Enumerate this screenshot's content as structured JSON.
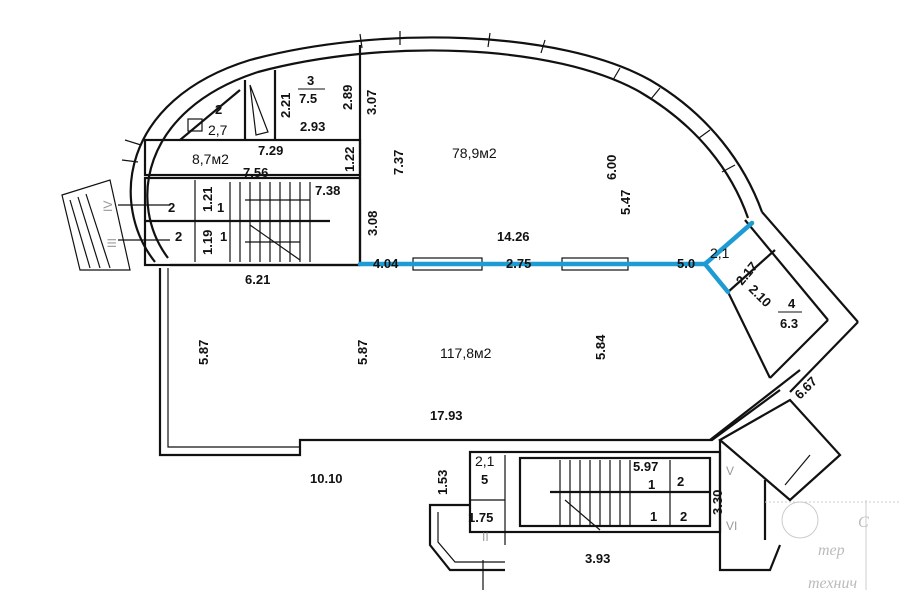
{
  "colors": {
    "highlight": "#1e9bd2",
    "walls": "#111111"
  },
  "areas": {
    "upper_room": "78,9м2",
    "lower_room": "117,8м2",
    "corridor": "8,7м2",
    "wc_room": "2,7",
    "vestibule": "2,1",
    "corner_room": "2,1"
  },
  "rooms": {
    "r2_num": "2",
    "r3_num": "3",
    "r3_area": "7.5",
    "r4_num": "4",
    "r4_area": "6.3",
    "r5_num": "5"
  },
  "dims": {
    "d_2_21": "2.21",
    "d_2_89": "2.89",
    "d_3_07": "3.07",
    "d_2_93": "2.93",
    "d_7_29": "7.29",
    "d_1_22": "1.22",
    "d_7_56": "7.56",
    "d_7_37": "7.37",
    "d_6_00": "6.00",
    "d_5_47": "5.47",
    "d_7_38": "7.38",
    "d_3_08": "3.08",
    "d_1_21": "1.21",
    "d_1_19": "1.19",
    "d_14_26": "14.26",
    "d_4_04": "4.04",
    "d_2_75": "2.75",
    "d_5_0": "5.0",
    "d_2_17": "2.17",
    "d_2_10": "2.10",
    "d_6_21": "6.21",
    "d_5_87a": "5.87",
    "d_5_87b": "5.87",
    "d_5_84": "5.84",
    "d_6_67": "6.67",
    "d_17_93": "17.93",
    "d_10_10": "10.10",
    "d_1_53": "1.53",
    "d_1_75": "1.75",
    "d_5_97": "5.97",
    "d_3_30": "3.30",
    "d_3_93": "3.93"
  },
  "stair_marks": {
    "s2a": "2",
    "s1a": "1",
    "s2b": "2",
    "s1b": "1",
    "s1c": "1",
    "s2c": "2",
    "s1d": "1",
    "s2d": "2"
  },
  "entrances": {
    "e2": "II",
    "e3": "III",
    "e4": "IV",
    "e5": "V",
    "e6": "VI"
  },
  "stamp": {
    "line1": "С",
    "line2": "тер",
    "line3": "технич"
  }
}
